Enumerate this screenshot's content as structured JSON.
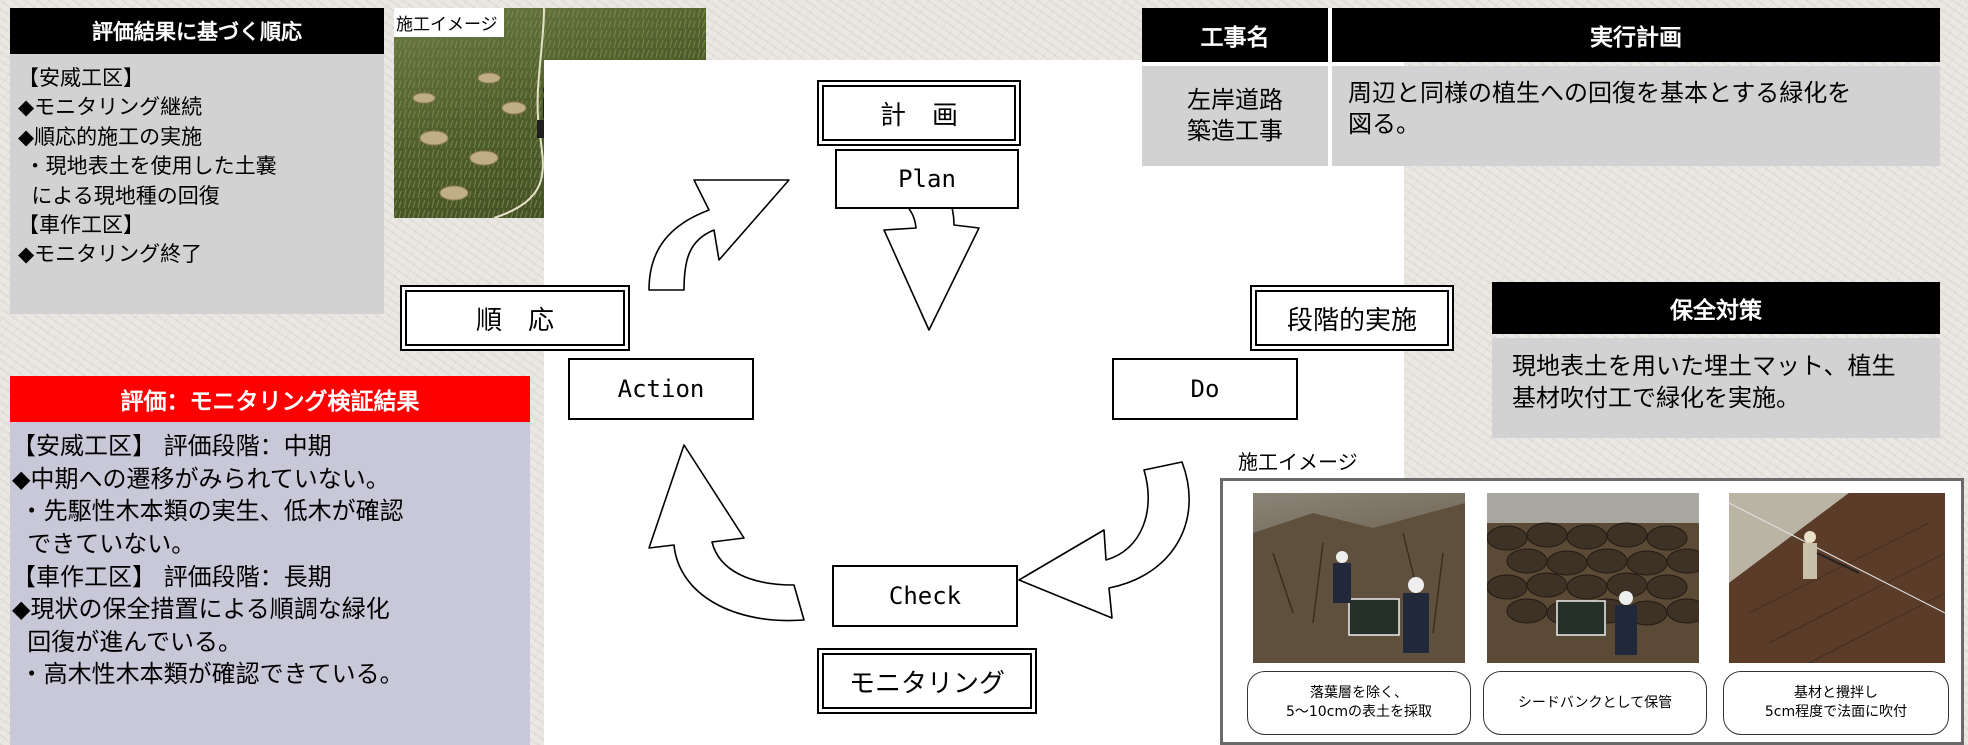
{
  "adaptation": {
    "header": "評価結果に基づく順応",
    "lines": [
      "【安威工区】",
      "◆モニタリング継続",
      "◆順応的施工の実施",
      " ・現地表土を使用した土嚢",
      "  による現地種の回復",
      "【車作工区】",
      "◆モニタリング終了"
    ]
  },
  "photo_top_label": "施工イメージ",
  "evaluation": {
    "header": "評価：モニタリング検証結果",
    "lines": [
      "【安威工区】 評価段階：中期",
      "◆中期への遷移がみられていない。",
      " ・先駆性木本類の実生、低木が確認",
      "  できていない。",
      "【車作工区】 評価段階：長期",
      "◆現状の保全措置による順調な緑化",
      "  回復が進んでいる。",
      " ・高木性木本類が確認できている。"
    ]
  },
  "cycle": {
    "plan_jp": "計　画",
    "plan_en": "Plan",
    "do_jp": "段階的実施",
    "do_en": "Do",
    "check_en": "Check",
    "check_jp": "モニタリング",
    "action_jp": "順　応",
    "action_en": "Action"
  },
  "plan_table": {
    "col1_header": "工事名",
    "col2_header": "実行計画",
    "col1_lines": [
      "左岸道路",
      "築造工事"
    ],
    "col2_lines": [
      "周辺と同様の植生への回復を基本とする緑化を",
      "図る。"
    ]
  },
  "conservation": {
    "header": "保全対策",
    "lines": [
      "現地表土を用いた埋土マット、植生",
      "基材吹付工で緑化を実施。"
    ]
  },
  "photo_bottom_label": "施工イメージ",
  "photo_captions": [
    [
      "落葉層を除く、",
      "5～10cmの表土を採取"
    ],
    [
      "シードバンクとして保管"
    ],
    [
      "基材と攪拌し",
      "5cm程度で法面に吹付"
    ]
  ],
  "colors": {
    "black_header": "#000000",
    "red_header": "#ff0000",
    "gray_panel": "#d2d2d2",
    "purple_panel": "#c9c8d8"
  }
}
